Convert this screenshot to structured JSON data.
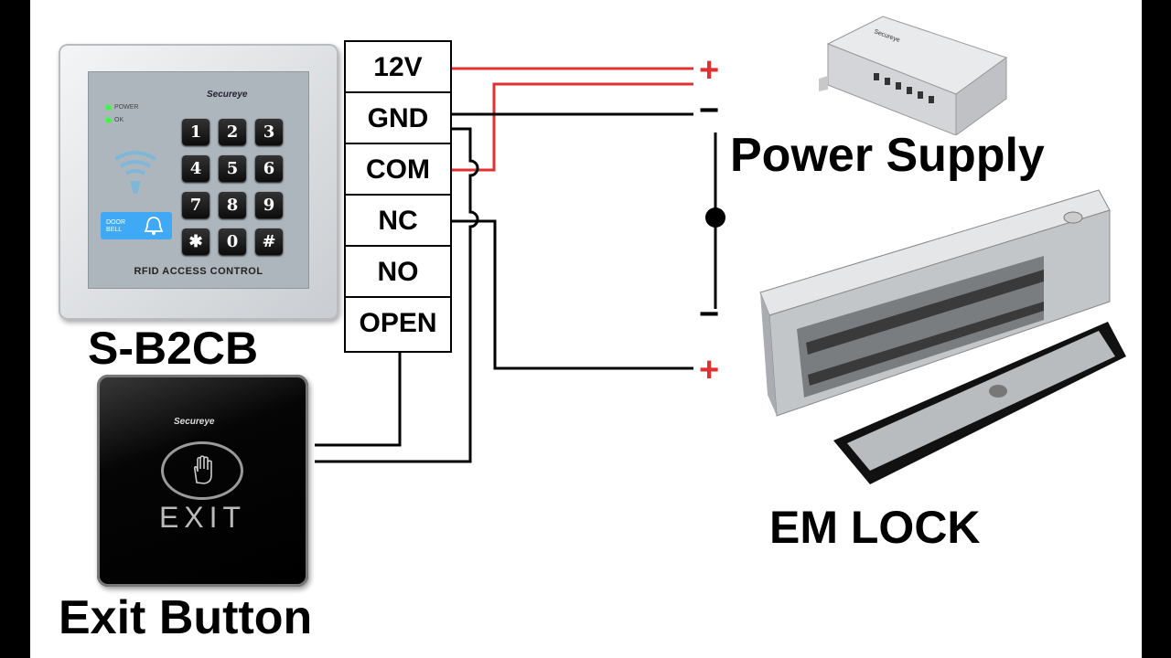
{
  "keypad": {
    "brand": "Secureye",
    "leds": [
      "POWER",
      "OK"
    ],
    "keys": [
      "1",
      "2",
      "3",
      "4",
      "5",
      "6",
      "7",
      "8",
      "9",
      "✱",
      "0",
      "#"
    ],
    "doorbell": "DOOR BELL",
    "footer": "RFID ACCESS CONTROL",
    "model_label": "S-B2CB"
  },
  "terminal": {
    "pins": [
      "12V",
      "GND",
      "COM",
      "NC",
      "NO",
      "OPEN"
    ]
  },
  "exit_button": {
    "brand": "Secureye",
    "text": "EXIT",
    "label": "Exit Button"
  },
  "power_supply": {
    "label": "Power Supply",
    "plus": "+",
    "minus": "−"
  },
  "em_lock": {
    "label": "EM LOCK",
    "plus": "+",
    "minus": "−"
  },
  "colors": {
    "positive_wire": "#e03030",
    "ground_wire": "#000000",
    "doorbell": "#3fa9f5"
  }
}
